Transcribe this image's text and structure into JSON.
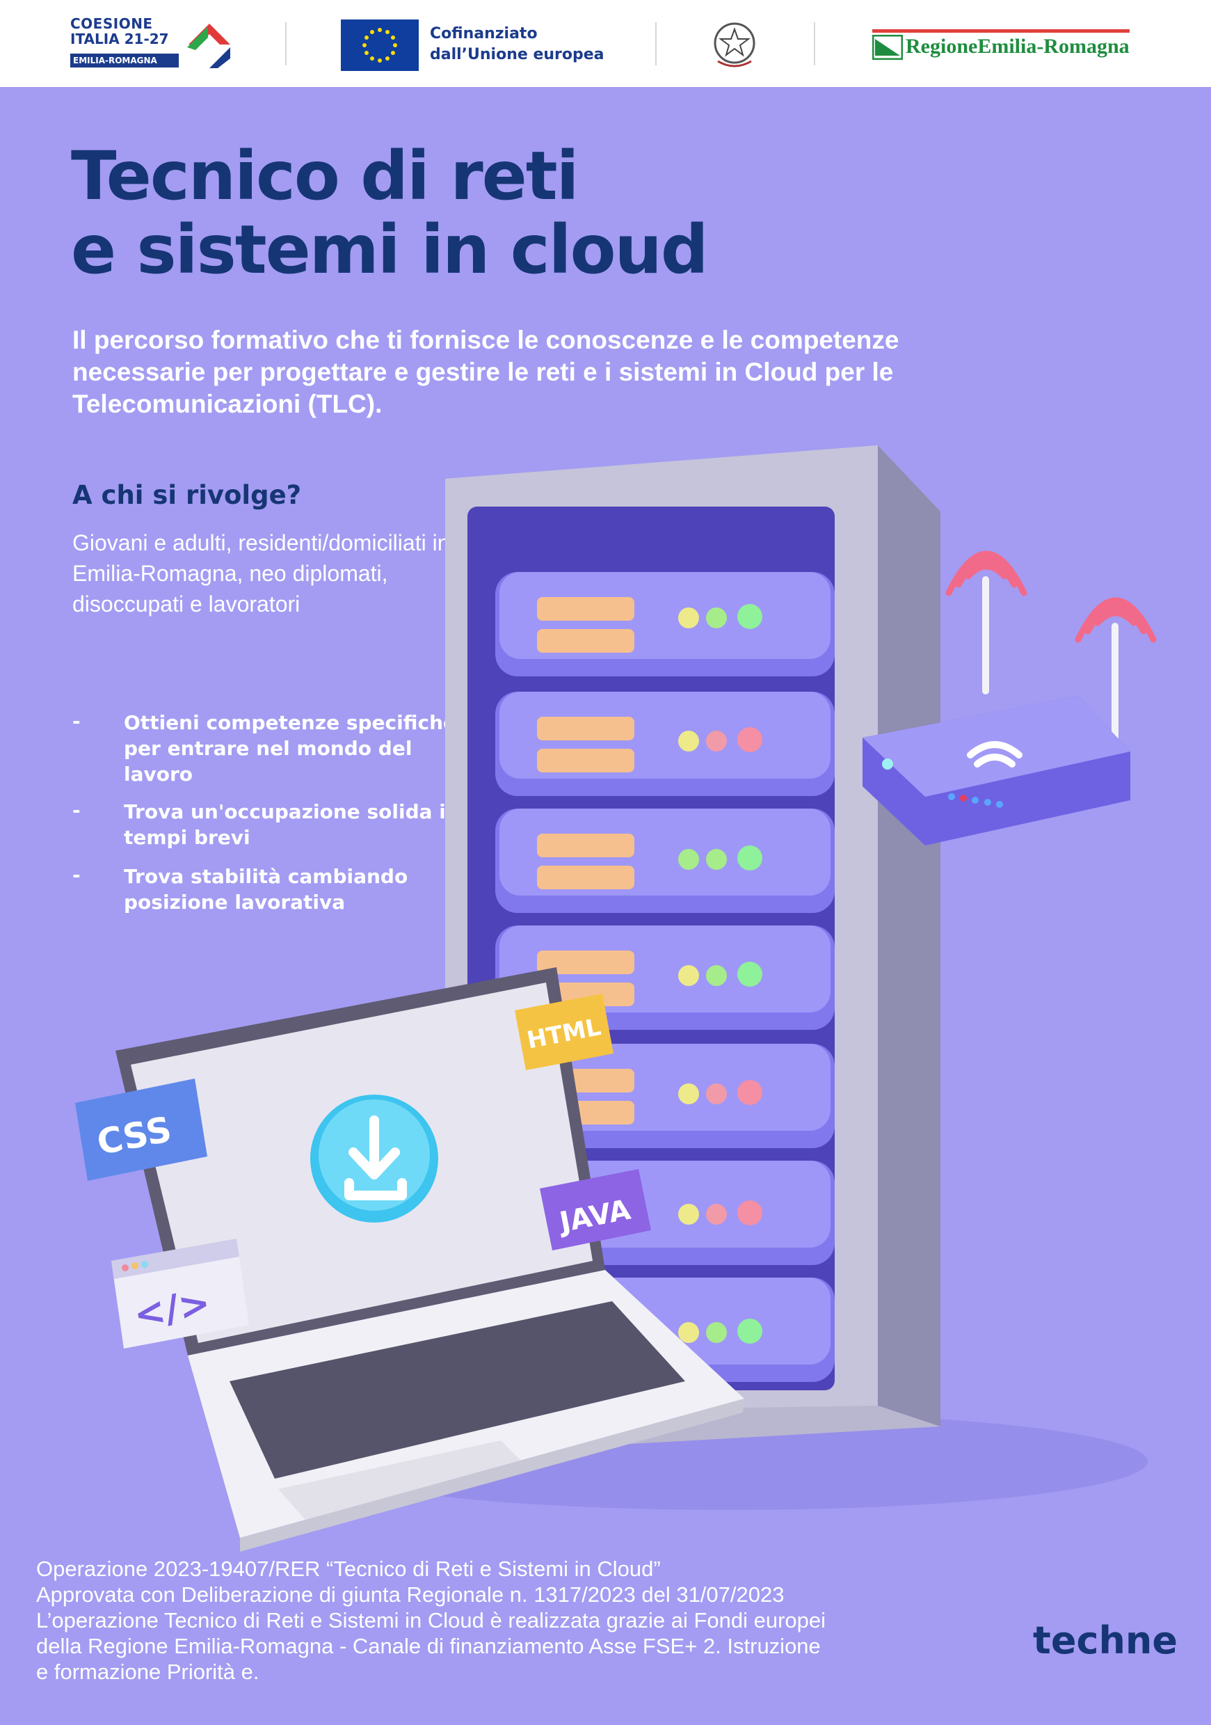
{
  "header": {
    "coesione_line1": "COESIONE",
    "coesione_line2": "ITALIA 21-27",
    "coesione_region": "EMILIA-ROMAGNA",
    "eu_line1": "Cofinanziato",
    "eu_line2": "dall’Unione europea",
    "region_logo": "RegioneEmilia-Romagna"
  },
  "title_line1": "Tecnico di reti",
  "title_line2": "e sistemi in cloud",
  "lead": "Il percorso formativo che ti fornisce le conoscenze e le competenze necessarie per progettare e gestire le reti e i sistemi in Cloud per le Telecomunicazioni (TLC).",
  "who_heading": "A chi si rivolge?",
  "audience": "Giovani e adulti, residenti/domiciliati in Emilia-Romagna, neo diplomati, disoccupati e lavoratori",
  "bullets": [
    "Ottieni competenze specifiche per entrare nel mondo del lavoro",
    "Trova un'occupazione solida in tempi brevi",
    "Trova stabilità cambiando posizione lavorativa"
  ],
  "bullet_marker": "-",
  "tags": {
    "css": "CSS",
    "html": "HTML",
    "java": "JAVA",
    "code": "</>"
  },
  "footer": {
    "line1": "Operazione 2023-19407/RER “Tecnico di Reti e Sistemi in Cloud”",
    "line2": "Approvata con Deliberazione di giunta Regionale n. 1317/2023 del 31/07/2023",
    "line3": "L’operazione Tecnico di Reti e Sistemi in Cloud è realizzata grazie ai Fondi europei",
    "line4": "della Regione Emilia-Romagna - Canale di finanziamento Asse FSE+ 2. Istruzione",
    "line5": "e formazione Priorità e."
  },
  "techne_logo": "techne"
}
